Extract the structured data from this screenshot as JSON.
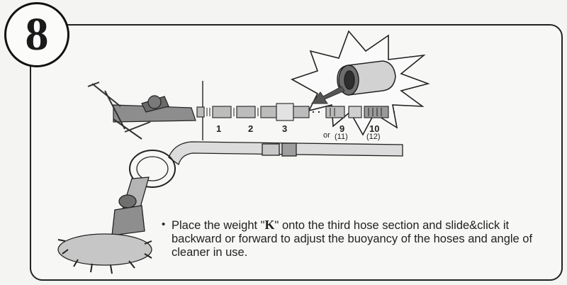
{
  "step": {
    "number": "8"
  },
  "hose_labels": [
    {
      "id": "1",
      "text": "1"
    },
    {
      "id": "2",
      "text": "2"
    },
    {
      "id": "3",
      "text": "3"
    },
    {
      "id": "9",
      "text": "9"
    },
    {
      "id": "10",
      "text": "10"
    }
  ],
  "alt_labels": {
    "or": "or",
    "alt_9": "(11)",
    "alt_10": "(12)"
  },
  "instruction": {
    "bullet": "•",
    "text_before": "Place the weight \"",
    "weight_letter": "K",
    "text_after": "\" onto the third hose section and slide&click it backward or forward to adjust the buoyancy of the hoses and angle of cleaner in use."
  }
}
